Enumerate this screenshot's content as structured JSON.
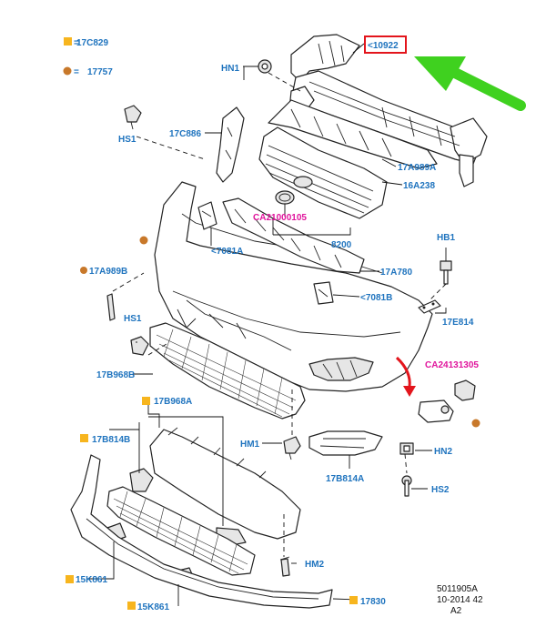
{
  "legend": {
    "square_code": "17C829",
    "circle_code": "17757",
    "square_color": "#f7b51e",
    "circle_color": "#c8782a"
  },
  "labels": {
    "hn1": "HN1",
    "c10922": "<10922",
    "hs1_top": "HS1",
    "c17c886": "17C886",
    "c17a989a": "17A989A",
    "c16a238": "16A238",
    "ca21000105": "CA21000105",
    "c8200": "8200",
    "c7081a": "<7081A",
    "c17a780": "17A780",
    "hb1": "HB1",
    "c17a989b": "17A989B",
    "c7081b": "<7081B",
    "c17e814": "17E814",
    "hs1_mid": "HS1",
    "c17b968b": "17B968B",
    "ca24131305": "CA24131305",
    "c17b968a": "17B968A",
    "c17b814b": "17B814B",
    "hm1": "HM1",
    "hn2": "HN2",
    "c17b814a": "17B814A",
    "hs2": "HS2",
    "c15k861_a": "15K861",
    "hm2": "HM2",
    "c15k861_b": "15K861",
    "c17830": "17830"
  },
  "footer": {
    "code": "5011905A",
    "date": "10-2014 42",
    "rev": "A2"
  },
  "colors": {
    "label": "#1e73be",
    "highlight_label": "#e0149c",
    "highlight_box": "#e3151c",
    "green_arrow": "#3fd11f",
    "red_arrow": "#e3151c"
  }
}
